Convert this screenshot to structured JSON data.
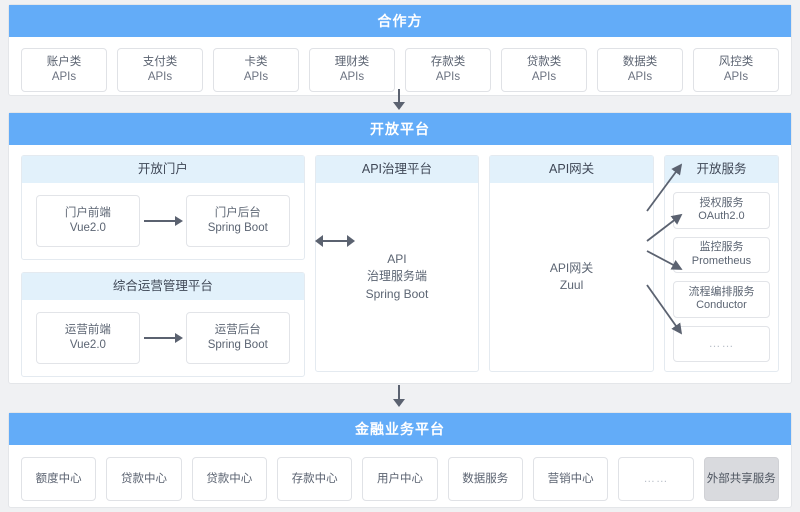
{
  "partner": {
    "title": "合作方",
    "apis": [
      {
        "name": "账户类",
        "kind": "APIs"
      },
      {
        "name": "支付类",
        "kind": "APIs"
      },
      {
        "name": "卡类",
        "kind": "APIs"
      },
      {
        "name": "理财类",
        "kind": "APIs"
      },
      {
        "name": "存款类",
        "kind": "APIs"
      },
      {
        "name": "贷款类",
        "kind": "APIs"
      },
      {
        "name": "数据类",
        "kind": "APIs"
      },
      {
        "name": "风控类",
        "kind": "APIs"
      }
    ]
  },
  "platform": {
    "title": "开放平台",
    "portal": {
      "title": "开放门户",
      "front": {
        "line1": "门户前端",
        "line2": "Vue2.0"
      },
      "back": {
        "line1": "门户后台",
        "line2": "Spring Boot"
      }
    },
    "operation": {
      "title": "综合运营管理平台",
      "front": {
        "line1": "运营前端",
        "line2": "Vue2.0"
      },
      "back": {
        "line1": "运营后台",
        "line2": "Spring Boot"
      }
    },
    "governance": {
      "title": "API治理平台",
      "body": "API\n治理服务端\nSpring Boot"
    },
    "gateway": {
      "title": "API网关",
      "body": "API网关\nZuul"
    },
    "services": {
      "title": "开放服务",
      "items": [
        {
          "line1": "授权服务",
          "line2": "OAuth2.0"
        },
        {
          "line1": "监控服务",
          "line2": "Prometheus"
        },
        {
          "line1": "流程编排服务",
          "line2": "Conductor"
        },
        {
          "line1": "……",
          "line2": ""
        }
      ]
    }
  },
  "business": {
    "title": "金融业务平台",
    "items": [
      {
        "label": "额度中心",
        "shared": false
      },
      {
        "label": "贷款中心",
        "shared": false
      },
      {
        "label": "贷款中心",
        "shared": false
      },
      {
        "label": "存款中心",
        "shared": false
      },
      {
        "label": "用户中心",
        "shared": false
      },
      {
        "label": "数据服务",
        "shared": false
      },
      {
        "label": "营销中心",
        "shared": false
      },
      {
        "label": "……",
        "shared": false
      },
      {
        "label": "外部共享服务",
        "shared": true
      }
    ]
  },
  "colors": {
    "band": "#63ACF8",
    "subhead": "#e2f1fb",
    "background": "#f0f1f3",
    "arrow": "#5b6270",
    "shared_chip": "#d9dade"
  }
}
